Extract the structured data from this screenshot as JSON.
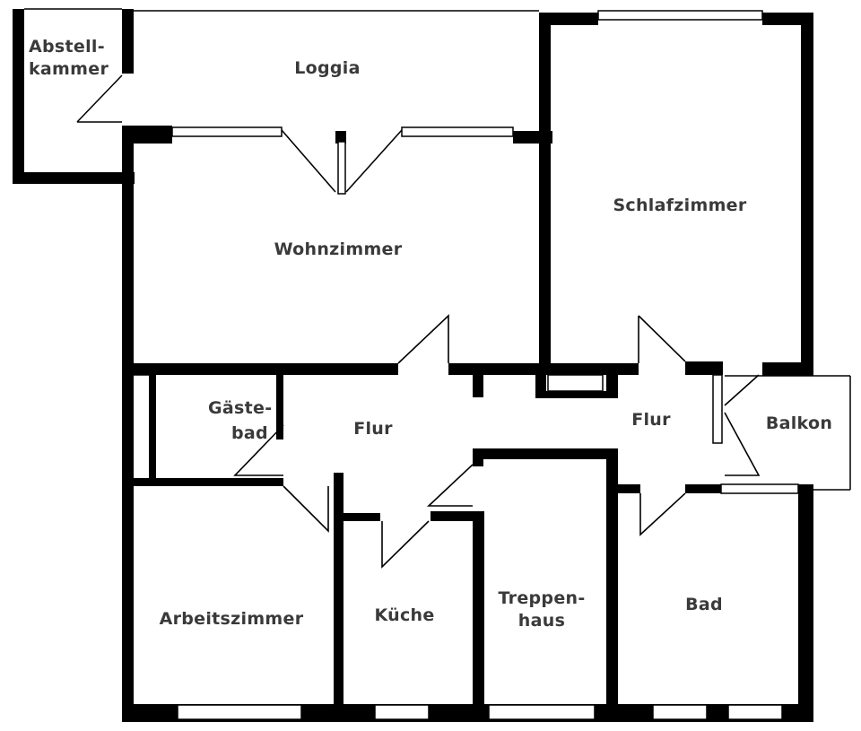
{
  "rooms": {
    "abstellkammer": [
      "Abstell-",
      "kammer"
    ],
    "loggia": "Loggia",
    "wohnzimmer": "Wohnzimmer",
    "schlafzimmer": "Schlafzimmer",
    "gaestebad": [
      "Gäste-",
      "bad"
    ],
    "flur_left": "Flur",
    "flur_right": "Flur",
    "balkon": "Balkon",
    "arbeitszimmer": "Arbeitszimmer",
    "kueche": "Küche",
    "treppenhaus": [
      "Treppen-",
      "haus"
    ],
    "bad": "Bad"
  }
}
